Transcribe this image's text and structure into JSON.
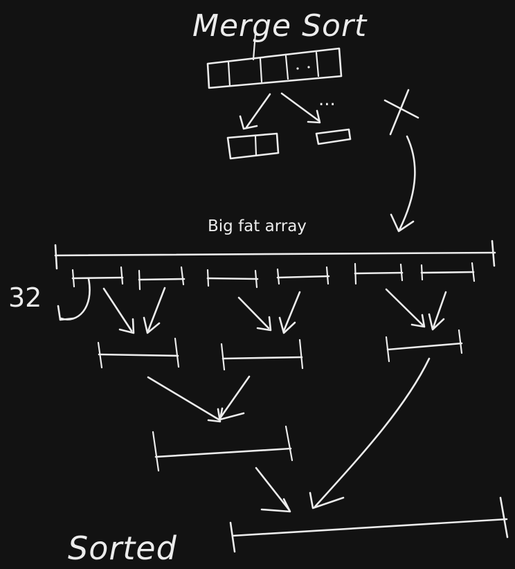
{
  "title": "Merge Sort",
  "middle_label": "Big fat array",
  "left_number": "32",
  "bottom_label": "Sorted",
  "top_diagram_marks": {
    "ellipsis_label": "...",
    "discard_mark": "X"
  },
  "colors": {
    "background": "#121212",
    "ink": "#ececec"
  }
}
